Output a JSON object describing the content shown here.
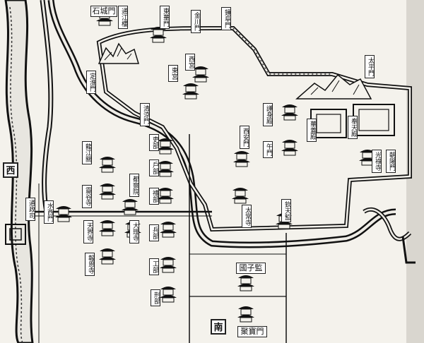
{
  "directions": {
    "west": "西",
    "south": "南"
  },
  "labels": {
    "north_top_hall": "通江樓",
    "north_gate_a": "東華門",
    "north_gate_b": "金川門",
    "north_gate_c": "鍾阜門",
    "northeast_gate": "太平門",
    "west_wall_gate": "定淮門",
    "inner_gate": "清涼門",
    "palace_left": "東宮",
    "palace_right": "西宮",
    "hall_a": "華蓋殿",
    "hall_b": "奉天殿",
    "hall_c": "謹身殿",
    "east_gate": "朝陽門",
    "wu_men": "午門",
    "xi_an_men": "西安門",
    "yard_a": "欽天監",
    "yard_b": "太常寺",
    "yard_c": "光祿寺",
    "west_gate": "水西門",
    "temple_a": "龍江關",
    "temple_b": "靈谷寺",
    "temple_c": "天界寺",
    "temple_d": "報恩寺",
    "ministry_a": "吏部",
    "ministry_b": "戶部",
    "ministry_c": "禮部",
    "ministry_d": "兵部",
    "ministry_e": "工部",
    "ministry_f": "刑部",
    "office_a": "都察院",
    "office_b": "大理寺",
    "office_c": "通政司",
    "south_hall_a": "國子監",
    "south_hall_b": "聚寶門",
    "far_left_gate": "石城門"
  }
}
